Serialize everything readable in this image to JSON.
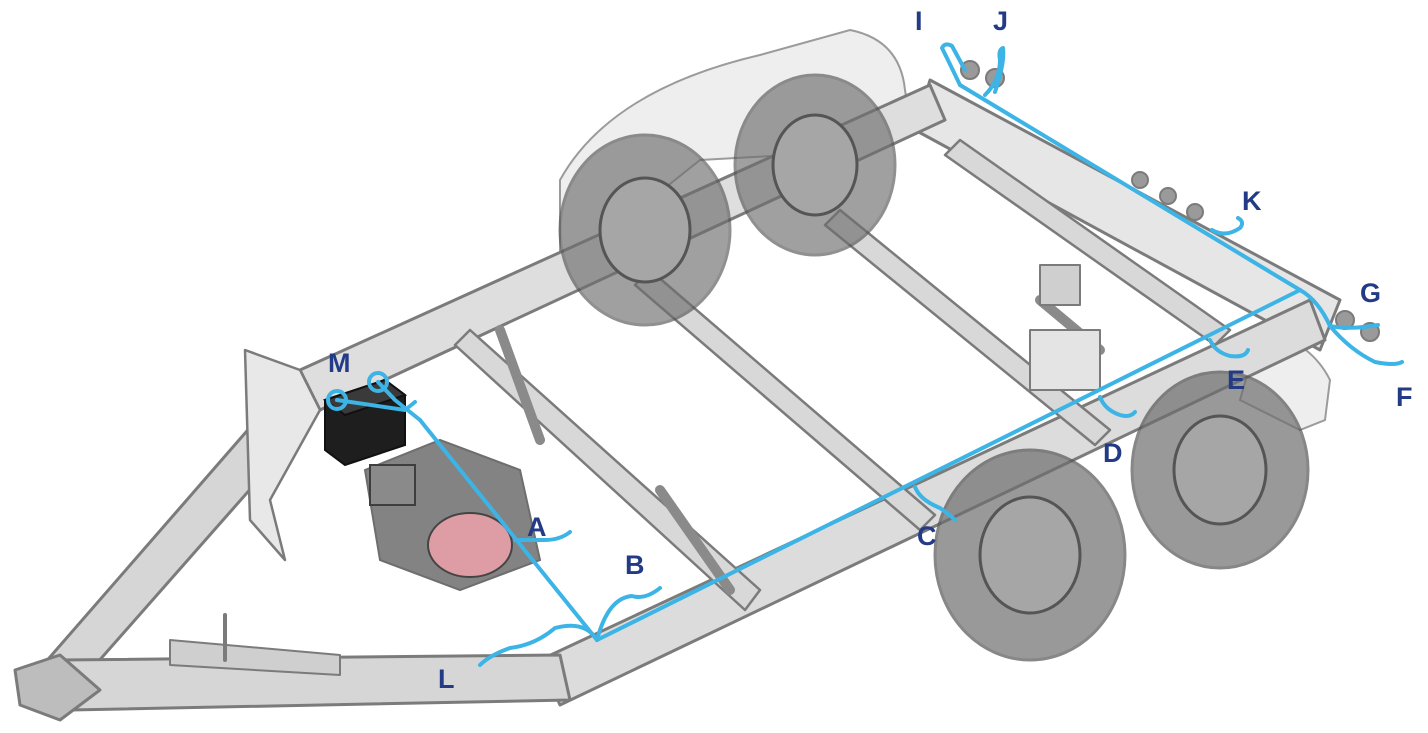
{
  "colors": {
    "frame": "#7b7b7b",
    "frame_fill": "#e4e4e4",
    "wire": "#3cb4e6",
    "label": "#233a87",
    "pump": "#e8a0a8",
    "battery": "#1e1e1e"
  },
  "labels": {
    "A": "A",
    "B": "B",
    "C": "C",
    "D": "D",
    "E": "E",
    "F": "F",
    "G": "G",
    "I": "I",
    "J": "J",
    "K": "K",
    "L": "L",
    "M": "M"
  }
}
